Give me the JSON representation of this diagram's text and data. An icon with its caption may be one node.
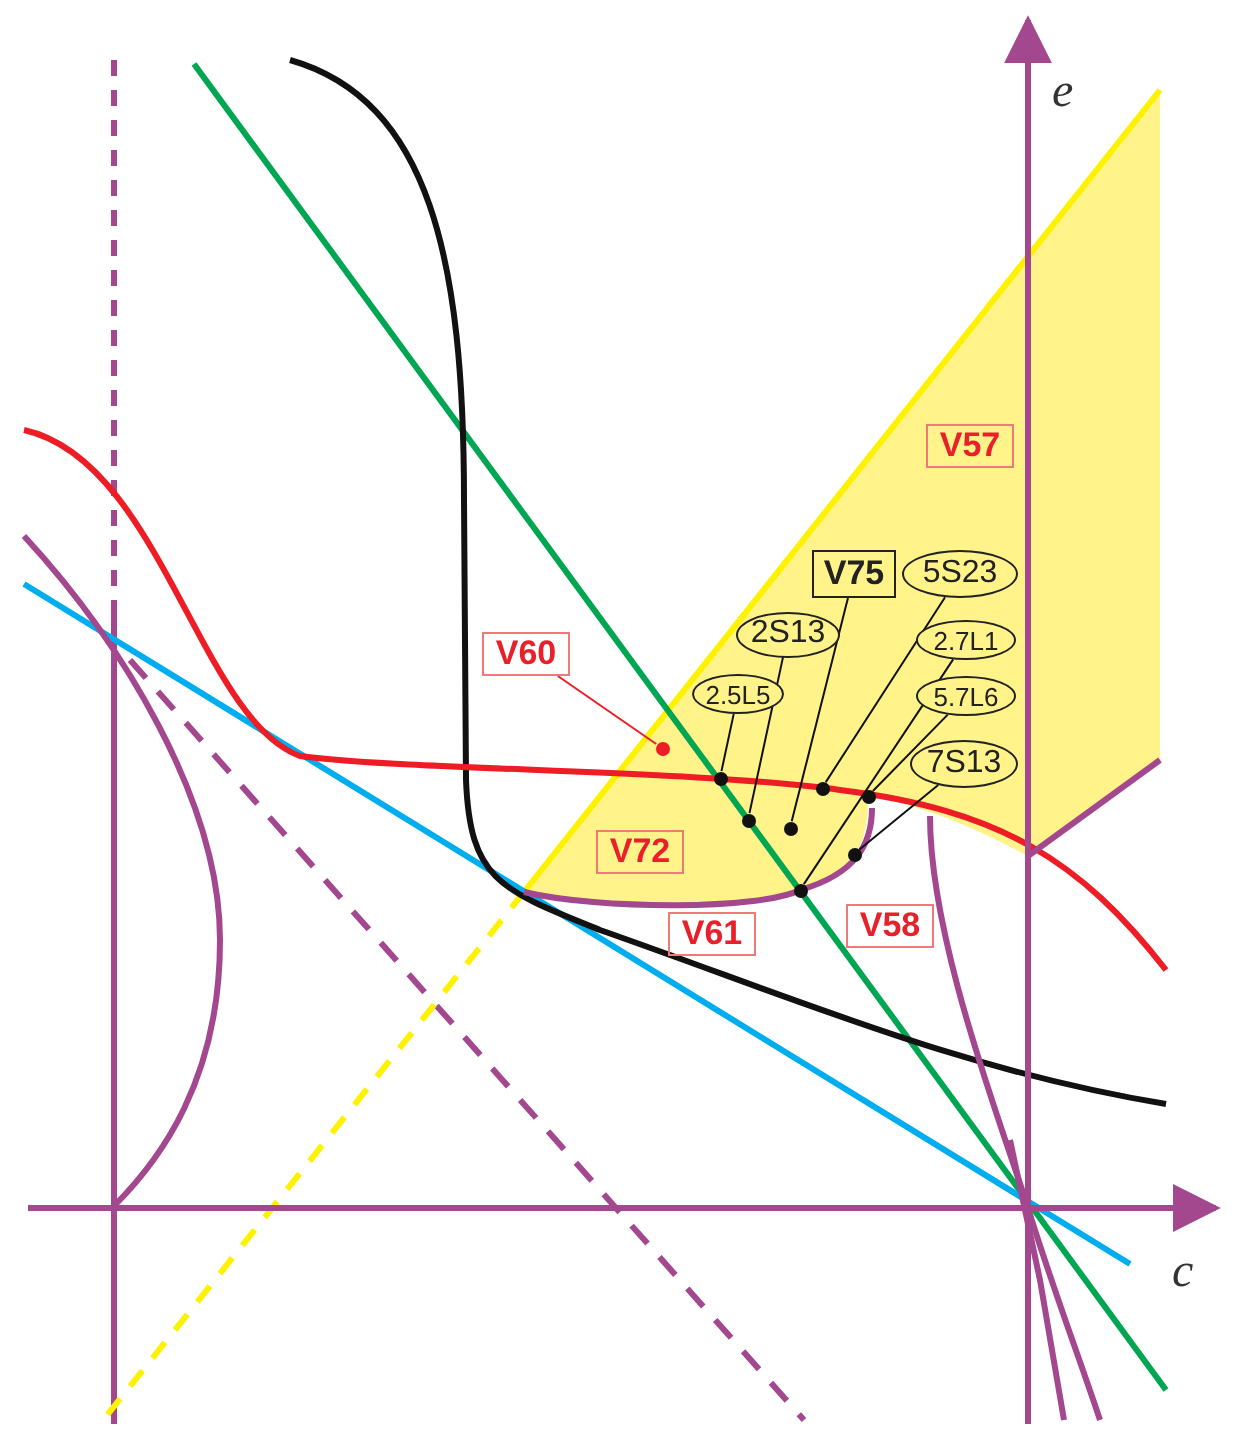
{
  "diagram": {
    "nodes": [
      {
        "text": [
          "V57"
        ]
      },
      {
        "text": [
          "V75"
        ]
      },
      {
        "text": [
          "5S23"
        ]
      },
      {
        "text": [
          "2S13"
        ]
      },
      {
        "text": [
          "2.7L1"
        ]
      },
      {
        "text": [
          "2.5L5"
        ]
      },
      {
        "text": [
          "5.7L6"
        ]
      },
      {
        "text": [
          "V60"
        ]
      },
      {
        "text": [
          "7S13"
        ]
      },
      {
        "text": [
          "V72"
        ]
      },
      {
        "text": [
          "V61"
        ]
      },
      {
        "text": [
          "V58"
        ]
      },
      {
        "text": [],
        "shape": "circle"
      },
      {
        "text": [],
        "shape": "circle"
      },
      {
        "text": [],
        "shape": "circle"
      },
      {
        "text": [],
        "shape": "circle"
      },
      {
        "text": [],
        "shape": "circle"
      },
      {
        "text": [],
        "shape": "circle"
      },
      {
        "text": [],
        "shape": "circle"
      },
      {
        "text": [],
        "shape": "circle"
      }
    ],
    "edges": [
      {
        "from": 5,
        "to": 12,
        "arrow": "none"
      },
      {
        "from": 3,
        "to": 13,
        "arrow": "none"
      },
      {
        "from": 1,
        "to": 14,
        "arrow": "none"
      },
      {
        "from": 2,
        "to": 15,
        "arrow": "none"
      },
      {
        "from": 4,
        "to": 16,
        "arrow": "none"
      },
      {
        "from": 6,
        "to": 17,
        "arrow": "none"
      },
      {
        "from": 8,
        "to": 18,
        "arrow": "none"
      },
      {
        "from": 7,
        "to": 19,
        "arrow": "none",
        "color": "#ee1c25"
      }
    ],
    "labels": [
      "e",
      "c"
    ]
  }
}
